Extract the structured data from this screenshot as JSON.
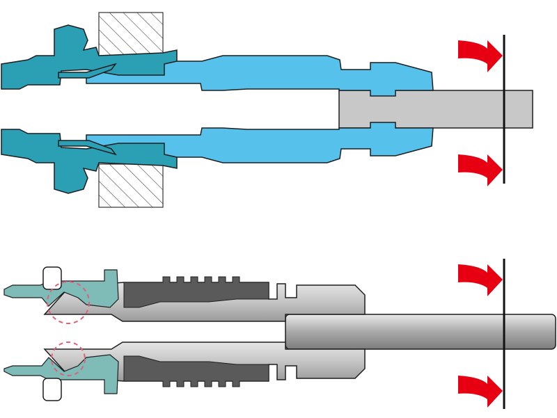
{
  "figure": {
    "panels": [
      {
        "id": "top",
        "style": "colored cross-section",
        "parts": [
          "nut",
          "ferrule",
          "body",
          "wall",
          "tube",
          "plate",
          "force-arrows"
        ]
      },
      {
        "id": "bottom",
        "style": "grayscale cross-section",
        "parts": [
          "nut",
          "o-ring",
          "body",
          "tube",
          "plate",
          "force-arrows",
          "seal-highlights"
        ]
      }
    ],
    "colors": {
      "teal_fitting": "#2b9fb3",
      "light_blue_body": "#56c2ec",
      "outline": "#1d1d1d",
      "tube_gray": "#c8c8c8",
      "arrow_red": "#e60012",
      "bottom_teal": "#7fbcb7",
      "bottom_light_gray": "#bfbfbf",
      "bottom_dark_gray": "#5a5a5a",
      "seal_circle": "#e0607a"
    },
    "icons": [
      "force-arrow-icon",
      "hatched-wall-icon",
      "seal-circle-icon"
    ]
  }
}
